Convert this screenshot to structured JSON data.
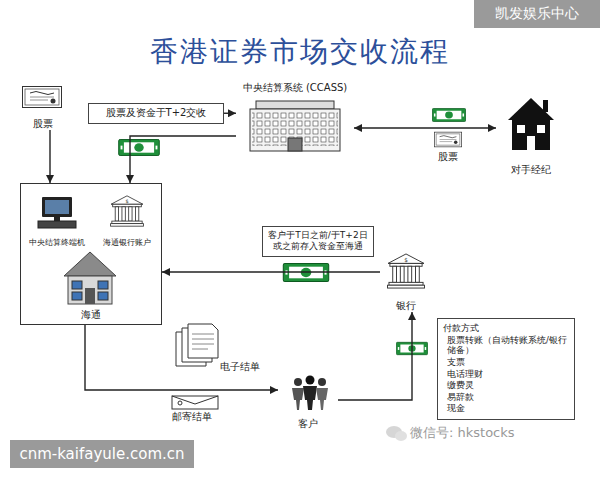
{
  "diagram": {
    "title": "香港证券市场交收流程",
    "nodes": [
      {
        "text": [
          "股票"
        ]
      },
      {
        "text": [
          "股票及资金于T+2交收"
        ]
      },
      {
        "text": [
          "中央结算系统 (CCASS)"
        ]
      },
      {
        "text": [
          "对手经纪"
        ]
      },
      {
        "text": [
          "海通"
        ]
      },
      {
        "text": [
          "中央结算终端机"
        ],
        "in": 4
      },
      {
        "text": [
          "海通银行账户"
        ],
        "in": 4
      },
      {
        "text": [
          "客户于T日之前/于T+2日或之前存入资金至海通"
        ]
      },
      {
        "text": [
          "银行"
        ]
      },
      {
        "text": [
          "付款方式",
          "股票转账（自动转账系统/银行储备）",
          "支票",
          "电话理财",
          "缴费灵",
          "易辞款",
          "现金"
        ]
      },
      {
        "text": [
          "客户"
        ]
      }
    ],
    "edges": [
      {
        "from": 0,
        "to": 4,
        "arrow": "to"
      },
      {
        "from": 1,
        "to": 2,
        "arrow": "to"
      },
      {
        "from": 2,
        "to": 4,
        "arrow": "to"
      },
      {
        "from": 2,
        "to": 3,
        "arrow": "both"
      },
      {
        "from": 8,
        "to": 4,
        "arrow": "to"
      },
      {
        "from": 4,
        "to": 10,
        "arrow": "to"
      },
      {
        "from": 10,
        "to": 8,
        "arrow": "to"
      }
    ],
    "labels": [
      "股票",
      "电子结单",
      "邮寄结单",
      "凯发娱乐中心",
      "cnm-kaifayule.com.cn",
      "微信号: hkstocks"
    ]
  }
}
